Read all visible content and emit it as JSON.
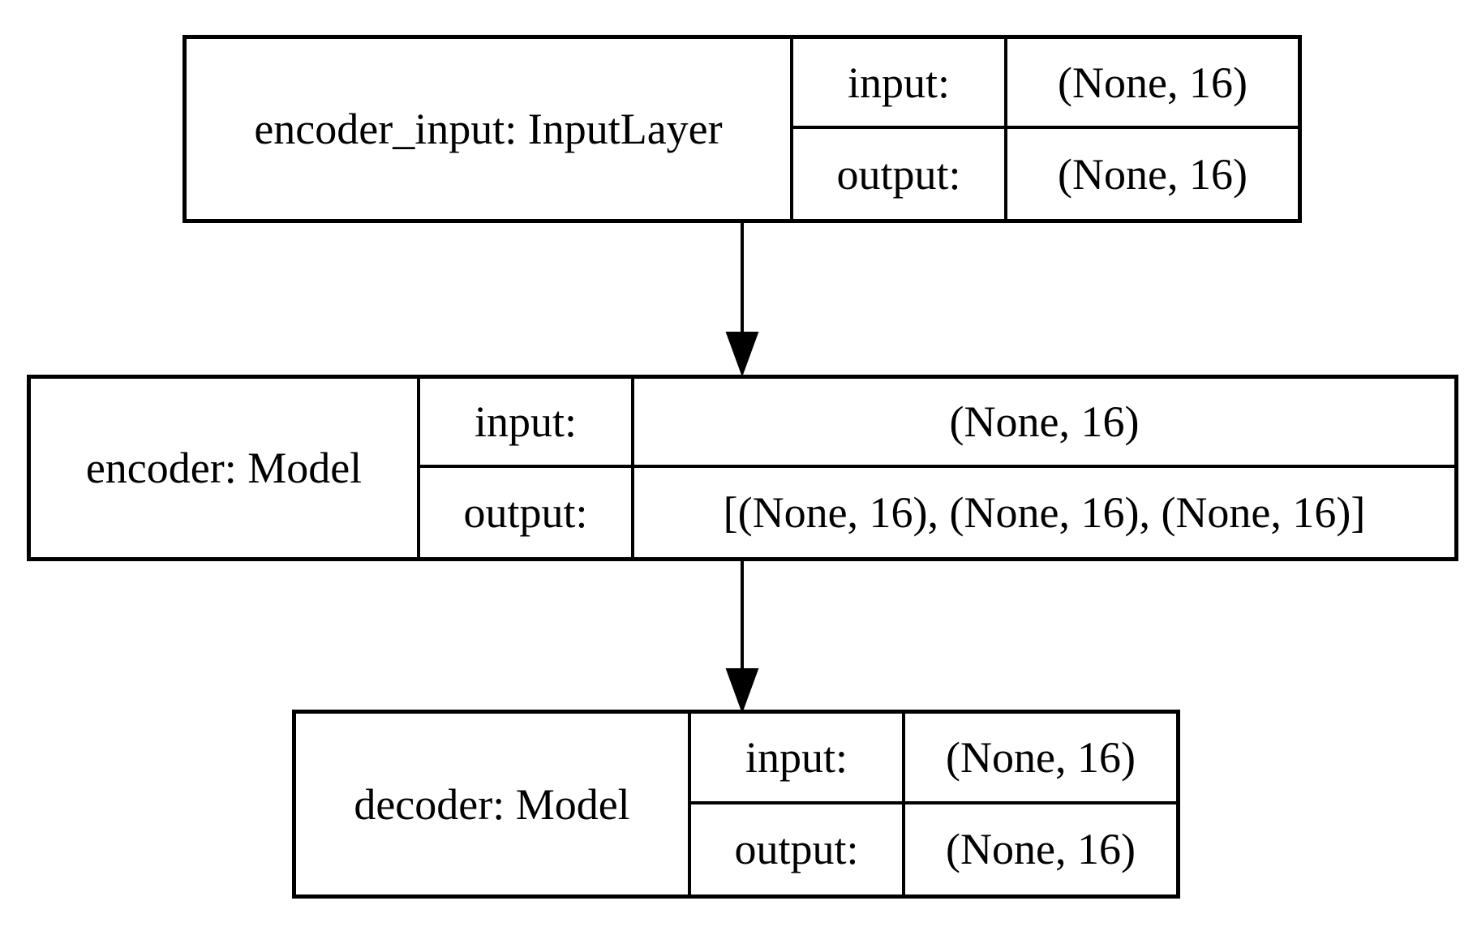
{
  "diagram": {
    "kind": "model-architecture-graph",
    "colors": {
      "background": "#ffffff",
      "border": "#000000",
      "text": "#000000",
      "edge": "#000000"
    },
    "nodes": [
      {
        "name": "encoder_input: InputLayer",
        "rows": [
          {
            "label": "input:",
            "value": "(None, 16)"
          },
          {
            "label": "output:",
            "value": "(None, 16)"
          }
        ]
      },
      {
        "name": "encoder: Model",
        "rows": [
          {
            "label": "input:",
            "value": "(None, 16)"
          },
          {
            "label": "output:",
            "value": "[(None, 16), (None, 16), (None, 16)]"
          }
        ]
      },
      {
        "name": "decoder: Model",
        "rows": [
          {
            "label": "input:",
            "value": "(None, 16)"
          },
          {
            "label": "output:",
            "value": "(None, 16)"
          }
        ]
      }
    ],
    "edges": [
      {
        "from": "encoder_input: InputLayer",
        "to": "encoder: Model"
      },
      {
        "from": "encoder: Model",
        "to": "decoder: Model"
      }
    ]
  }
}
